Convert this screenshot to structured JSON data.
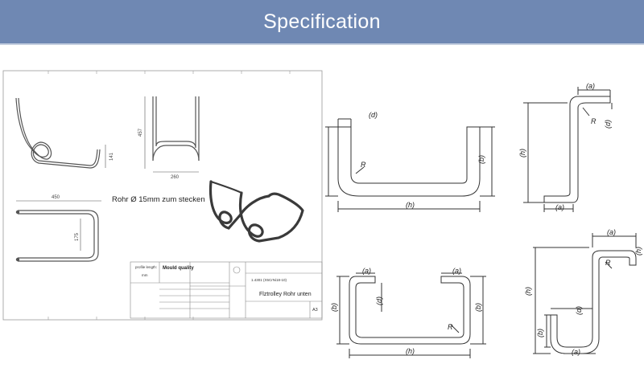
{
  "header": {
    "title": "Specification"
  },
  "sheet": {
    "note": "Rohr Ø 15mm zum stecken",
    "dimensions": {
      "side_height": "141",
      "front_height": "457",
      "front_width": "260",
      "top_width": "450",
      "top_depth": "175"
    },
    "title_block": {
      "profile_length_label": "profile length:",
      "profile_length_value": "mm",
      "mould_quality": "Mould quality",
      "part_number": "1.4301 (X5CrNi18-10)",
      "part_name": "Flztrolley Rohr unten",
      "sheet_letter": "A3"
    }
  },
  "diagram_labels": {
    "d": "(d)",
    "b": "(b)",
    "h": "(h)",
    "a": "(a)",
    "r": "R"
  }
}
